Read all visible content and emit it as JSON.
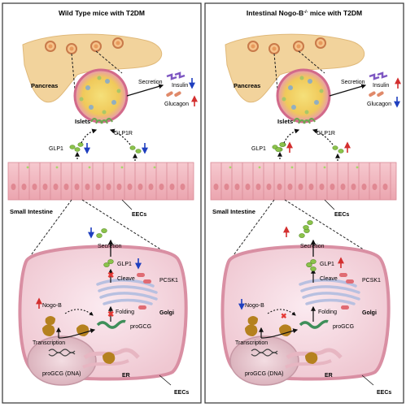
{
  "left_panel": {
    "title": "Wild Type mice with T2DM",
    "pancreas": "Pancreas",
    "islets": "Islets",
    "secretion_top": "Secretion",
    "insulin": "Insulin",
    "glucagon": "Glucagon",
    "glp1r": "GLP1R",
    "glp1": "GLP1",
    "small_intestine": "Small Intestine",
    "eecs": "EECs",
    "secretion_cell": "Secretion",
    "glp1_cell": "GLP1",
    "cleave": "Cleave",
    "pcsk1": "PCSK1",
    "nogob": "Nogo-B",
    "folding": "Folding",
    "golgi": "Golgi",
    "progcg": "proGCG",
    "transcription": "Transcription",
    "progcg_dna": "proGCG (DNA)",
    "er": "ER",
    "eecs_bottom": "EECs"
  },
  "right_panel": {
    "title": "Intestinal Nogo-B",
    "title_sup": "-/-",
    "title_end": " mice with T2DM",
    "pancreas": "Pancreas",
    "islets": "Islets",
    "secretion_top": "Secretion",
    "insulin": "Insulin",
    "glucagon": "Glucagon",
    "glp1r": "GLP1R",
    "glp1": "GLP1",
    "small_intestine": "Small Intestine",
    "eecs": "EECs",
    "secretion_cell": "Secretion",
    "glp1_cell": "GLP1",
    "cleave": "Cleave",
    "pcsk1": "PCSK1",
    "nogob": "Nogo-B",
    "folding": "Folding",
    "golgi": "Golgi",
    "progcg": "proGCG",
    "transcription": "Transcription",
    "progcg_dna": "proGCG (DNA)",
    "er": "ER",
    "eecs_bottom": "EECs"
  },
  "colors": {
    "arrow_up": "#d32f2f",
    "arrow_down": "#1f3fbf",
    "block": "#e53935",
    "glp1": "#8bc34a",
    "cell_fill": "#f3d6dc",
    "pancreas": "#f2d39c"
  }
}
